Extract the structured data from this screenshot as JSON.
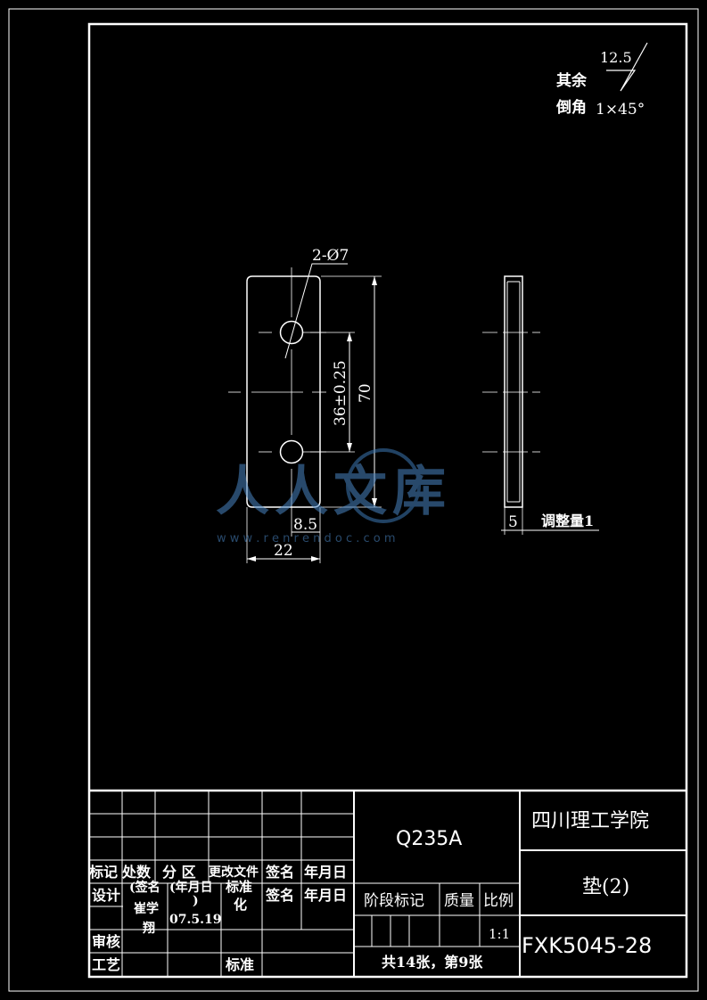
{
  "roughness": {
    "label_other": "其余",
    "value": "12.5"
  },
  "chamfer": {
    "label": "倒角",
    "value": "1×45°"
  },
  "front_view": {
    "hole_label": "2-Ø7",
    "dim_hole_spacing": "36±0.25",
    "dim_length": "70",
    "dim_hole_offset": "8.5",
    "dim_width": "22"
  },
  "side_view": {
    "dim_thickness": "5",
    "adjust_note": "调整量1"
  },
  "watermark": {
    "text": "人人文库",
    "url": "w w w . r e n r e n d o c . c o m"
  },
  "title_block": {
    "material": "Q235A",
    "school": "四川理工学院",
    "part_name": "垫(2)",
    "drawing_no": "FXK5045-28",
    "sheets": "共14张，第9张",
    "scale": "1:1",
    "headers": {
      "mark": "标记",
      "count": "处数",
      "zone": "分 区",
      "change_doc": "更改文件",
      "sign": "签名",
      "date": "年月日",
      "stage_mark": "阶段标记",
      "weight": "质量",
      "scale_label": "比例"
    },
    "rows": {
      "design": "设计",
      "sign_paren": "(签名",
      "date_paren": "(年月日",
      "paren_close": ")",
      "date_value": "07.5.19",
      "std_label": "标准",
      "std_label2": "化",
      "sign2": "签名",
      "date2": "年月日",
      "check": "审核",
      "process": "工艺",
      "standard": "标准",
      "overlap_a": "崔学",
      "overlap_b": "翔"
    }
  }
}
